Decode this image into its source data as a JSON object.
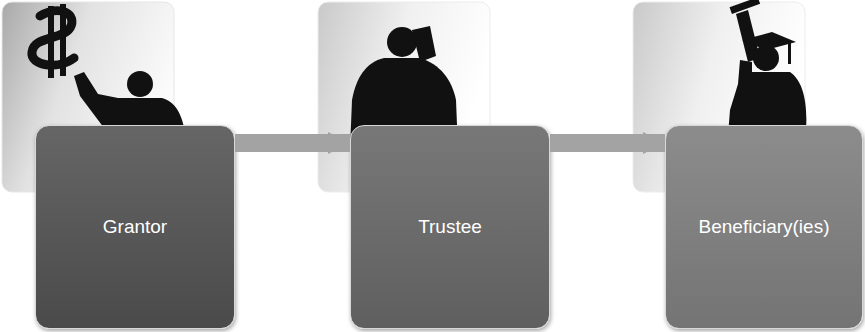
{
  "diagram": {
    "nodes": [
      {
        "text": [
          "Grantor"
        ]
      },
      {
        "text": [
          "Trustee"
        ]
      },
      {
        "text": [
          "Beneficiary(ies)"
        ]
      }
    ],
    "edges": [
      {
        "from": 0,
        "to": 1,
        "arrow": "to"
      },
      {
        "from": 1,
        "to": 2,
        "arrow": "to"
      }
    ]
  }
}
